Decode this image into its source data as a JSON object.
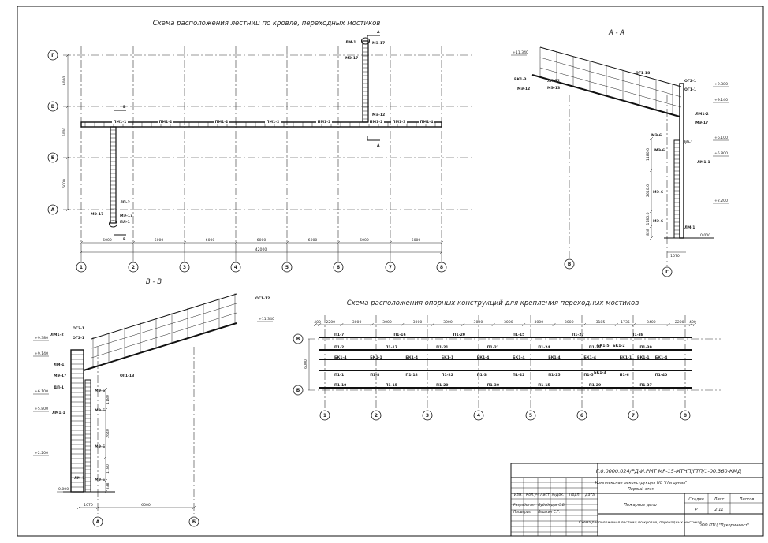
{
  "titles": {
    "plan": "Схема расположения лестниц по кровле, переходных мостиков",
    "section_aa": "А - А",
    "section_bb": "В - В",
    "supports": "Схема расположения опорных конструкций для крепления переходных мостиков",
    "cut_a": "А",
    "cut_b": "В"
  },
  "plan": {
    "axes_x": [
      "1",
      "2",
      "3",
      "4",
      "5",
      "6",
      "7",
      "8"
    ],
    "axes_y": [
      "Г",
      "В",
      "Б",
      "А"
    ],
    "dims_y": [
      "6000",
      "6000",
      "6000"
    ],
    "dims_x": [
      "6000",
      "6000",
      "6000",
      "6000",
      "6000",
      "6000",
      "6000"
    ],
    "dim_total": "42000",
    "bridge_labels": [
      "ПМ1-1",
      "ПМ1-2",
      "ПМ1-2",
      "ПМ1-2",
      "ПМ1-2",
      "ПМ1-2",
      "ПМ1-3",
      "ПМ1-4"
    ],
    "ladder_labels": {
      "top1": "ЛМ-1",
      "top2": "МЭ-17",
      "top3": "МЭ-17",
      "top4": "МЭ-12",
      "bot1": "ЛП-2",
      "bot2": "МЭ-17",
      "bot3": "МЭ-17",
      "bot4": "ПЛ-1"
    }
  },
  "section_aa": {
    "marks": [
      "+11.340",
      "+9.380",
      "+9.140",
      "+6.100",
      "+5.800",
      "+2.200",
      "0.000"
    ],
    "labels": [
      "ОГ1-18",
      "БК1-3",
      "МЭ-12",
      "ЛП-12",
      "МЭ-13",
      "ОГ2-1",
      "ОГ1-1",
      "ЛМ1-2",
      "МЭ-17",
      "МЭ-6",
      "ДП-1",
      "МЭ-6",
      "ЛМ1-1",
      "МЭ-6",
      "МЭ-6",
      "ЛМ-1"
    ],
    "dims": [
      "1180.0",
      "2640.0",
      "1180.0",
      "838"
    ],
    "dim_bottom": "1070",
    "axes": [
      "В",
      "Г"
    ]
  },
  "section_bb": {
    "marks": [
      "+9.380",
      "+9.140",
      "+6.100",
      "+5.800",
      "+2.200",
      "0.000",
      "+11.340"
    ],
    "labels": [
      "ЛМ1-2",
      "ОГ2-1",
      "ОГ2-1",
      "ЛМ-1",
      "МЭ-17",
      "ДП-1",
      "ЛМ1-1",
      "МЭ-6",
      "МЭ-6",
      "МЭ-6",
      "МЭ-6",
      "ЛМ-1",
      "ОГ1-13",
      "ОГ1-12"
    ],
    "dims": [
      "1180",
      "2640",
      "1180",
      "838"
    ],
    "dim_bottom_a": "1070",
    "dim_bottom_b": "6000",
    "axes": [
      "А",
      "Б"
    ]
  },
  "supports": {
    "dims_top": [
      "400",
      "2200",
      "3000",
      "3000",
      "3000",
      "3000",
      "3000",
      "3000",
      "3000",
      "3000",
      "3185",
      "1735",
      "3400",
      "2200",
      "400"
    ],
    "dim_left": "6000",
    "axes_y": [
      "В",
      "Б"
    ],
    "axes_x": [
      "1",
      "2",
      "3",
      "4",
      "5",
      "6",
      "7",
      "8"
    ],
    "row1": [
      "П1-7",
      "П1-16",
      "П1-20",
      "П1-15",
      "П1-27",
      "П1-38"
    ],
    "row2": [
      "П1-2",
      "П1-17",
      "П1-21",
      "П1-21",
      "П1-24",
      "П1-28",
      "П1-39"
    ],
    "row3": [
      "БК1-4",
      "БК1-1",
      "БК1-4",
      "БК1-1",
      "БК1-4",
      "БК1-4",
      "БК1-4",
      "БК1-4",
      "БК1-1",
      "БК1-4"
    ],
    "row4": [
      "П1-1",
      "П1-8",
      "П1-18",
      "П1-22",
      "П1-3",
      "П1-22",
      "П1-25",
      "П1-5",
      "П1-6",
      "П1-40"
    ],
    "row5": [
      "П1-10",
      "П1-15",
      "П1-20",
      "П1-30",
      "П1-15",
      "П1-29",
      "П1-37"
    ],
    "extras": [
      "БК1-5",
      "БК1-3",
      "БК1-2",
      "БК1-1"
    ]
  },
  "titleblock": {
    "code": "Г.0.0000.024/РД-И.РМТ МР-15-МТНП/ГТП/1-00.360-КМД",
    "project": "Комплексная реконструкция НС \"Нагорная\"",
    "stage_name": "Первый этап",
    "station": "Пожарное депо",
    "sheet_title": "Схема расположения лестниц по кровле, переходных мостиков",
    "company": "ООО ПТЦ \"Лукоринвест\"",
    "h_izm": "Изм.",
    "h_kol": "Кол.уч.",
    "h_list": "Лист",
    "h_ndok": "№Док.",
    "h_podp": "Подп.",
    "h_data": "Дата",
    "r_dev": "Разработал",
    "r_dev_name": "Лубобедов С.В.",
    "r_chk": "Проверил",
    "r_chk_name": "Лешкин С.Г.",
    "stadia_h": "Стадия",
    "list_h": "Лист",
    "listov_h": "Листов",
    "stadia": "Р",
    "list_no": "2.11",
    "listov": ""
  }
}
